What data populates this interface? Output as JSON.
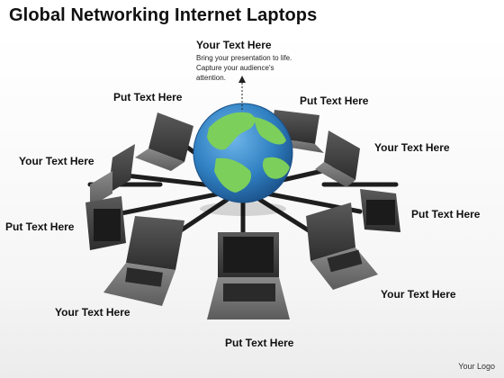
{
  "title": "Global Networking Internet Laptops",
  "callout": {
    "title": "Your Text Here",
    "lines": [
      "Bring your presentation to life.",
      "Capture your audience's",
      "attention."
    ]
  },
  "labels": {
    "top_left": "Put Text Here",
    "top_right": "Put Text Here",
    "right_upper": "Your Text Here",
    "left_upper": "Your Text Here",
    "right_middle": "Put Text Here",
    "left_middle": "Put Text Here",
    "right_lower": "Your Text Here",
    "left_lower": "Your Text Here",
    "bottom": "Put Text Here"
  },
  "footer": "Your Logo",
  "colors": {
    "globe_ocean": "#2f7fc1",
    "globe_land": "#7ccf5a",
    "laptop": "#4a4a4a",
    "cable": "#1e1e1e"
  },
  "icons": [
    "globe-icon",
    "laptop-icon",
    "dashed-arrow-icon"
  ]
}
